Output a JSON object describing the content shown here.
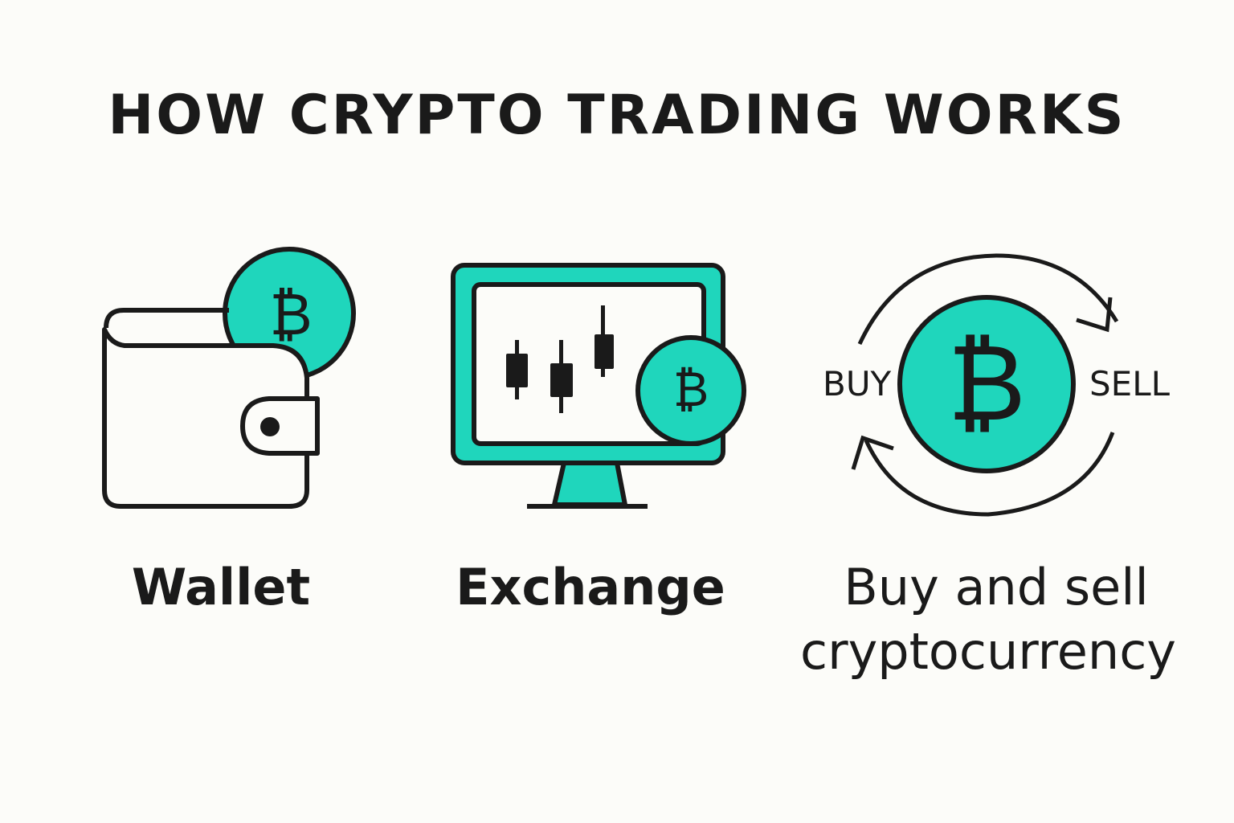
{
  "title": "HOW CRYPTO TRADING WORKS",
  "colors": {
    "background": "#fcfcf9",
    "accent_teal": "#1fd6bc",
    "stroke": "#1a1a1a",
    "text": "#1a1a1a"
  },
  "steps": [
    {
      "label": "Wallet",
      "icon": "wallet-with-bitcoin-icon",
      "coin_symbol": "₿"
    },
    {
      "label": "Exchange",
      "icon": "monitor-candlestick-chart-bitcoin-icon",
      "coin_symbol": "₿"
    },
    {
      "label_line1": "Buy and sell",
      "label_line2": "cryptocurrency",
      "icon": "buy-sell-cycle-bitcoin-icon",
      "coin_symbol": "₿",
      "left_text": "BUY",
      "right_text": "SELL"
    }
  ]
}
